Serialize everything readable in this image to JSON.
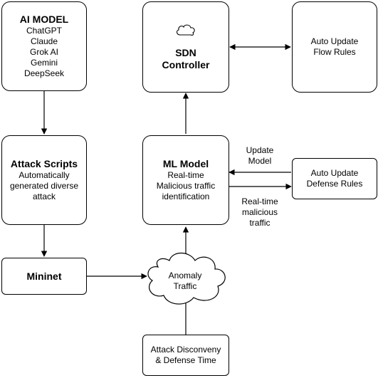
{
  "ai_model": {
    "title": "AI MODEL",
    "items": [
      "ChatGPT",
      "Claude",
      "Grok AI",
      "Gemini",
      "DeepSeek"
    ]
  },
  "attack_scripts": {
    "title": "Attack Scripts",
    "lines": [
      "Automatically",
      "generated diverse",
      "attack"
    ]
  },
  "mininet": {
    "title": "Mininet"
  },
  "anomaly": {
    "lines": [
      "Anomaly",
      "Traffic"
    ]
  },
  "attack_discovery": {
    "lines": [
      "Attack Disconveny",
      "& Defense Time"
    ]
  },
  "ml_model": {
    "title": "ML Model",
    "lines": [
      "Real-time",
      "Malicious traffic",
      "identification"
    ]
  },
  "sdn": {
    "lines": [
      "SDN",
      "Controller"
    ],
    "icon": "cloud-icon"
  },
  "flow_rules": {
    "lines": [
      "Auto Update",
      "Flow Rules"
    ]
  },
  "defense_rules": {
    "lines": [
      "Auto Update",
      "Defense Rules"
    ]
  },
  "labels": {
    "update_model": [
      "Update",
      "Model"
    ],
    "realtime_malicious": [
      "Real-time",
      "malicious",
      "traffic"
    ]
  }
}
